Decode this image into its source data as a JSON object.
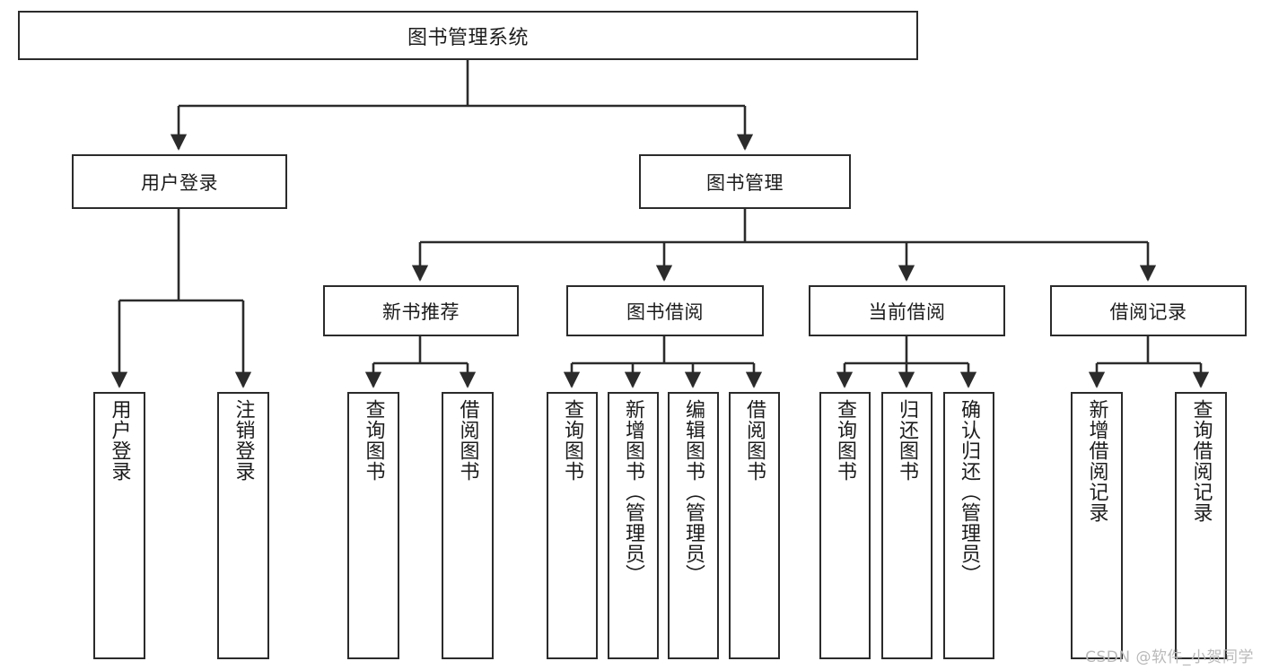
{
  "diagram": {
    "title": "图书管理系统",
    "watermark": "CSDN @软件_小贺同学",
    "colors": {
      "stroke": "#2b2b2b",
      "fill": "#ffffff",
      "text": "#1c1c1c",
      "watermark": "#b9b9b9"
    },
    "levels": {
      "root": {
        "label": "图书管理系统"
      },
      "level2": [
        {
          "label": "用户登录"
        },
        {
          "label": "图书管理"
        }
      ],
      "level3": [
        {
          "label": "新书推荐"
        },
        {
          "label": "图书借阅"
        },
        {
          "label": "当前借阅"
        },
        {
          "label": "借阅记录"
        }
      ],
      "leaves": {
        "user_login": [
          {
            "label": "用户登录"
          },
          {
            "label": "注销登录"
          }
        ],
        "new_book_recommend": [
          {
            "label": "查询图书"
          },
          {
            "label": "借阅图书"
          }
        ],
        "book_borrow": [
          {
            "label": "查询图书"
          },
          {
            "label": "新增图书（管理员）"
          },
          {
            "label": "编辑图书（管理员）"
          },
          {
            "label": "借阅图书"
          }
        ],
        "current_borrow": [
          {
            "label": "查询图书"
          },
          {
            "label": "归还图书"
          },
          {
            "label": "确认归还（管理员）"
          }
        ],
        "borrow_record": [
          {
            "label": "新增借阅记录"
          },
          {
            "label": "查询借阅记录"
          }
        ]
      }
    }
  }
}
